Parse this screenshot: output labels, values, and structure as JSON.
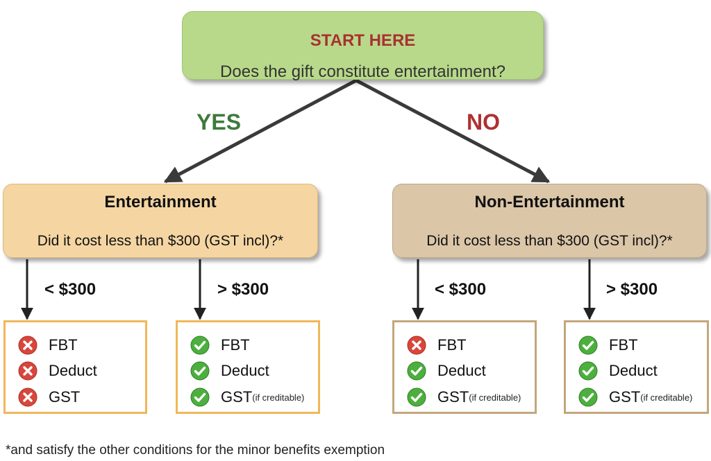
{
  "start": {
    "title": "START HERE",
    "question": "Does the gift constitute entertainment?"
  },
  "branches": {
    "yes": "YES",
    "no": "NO"
  },
  "categories": {
    "entertainment": {
      "title": "Entertainment",
      "question": "Did it cost less than $300 (GST incl)?*",
      "thresholds": {
        "low": "< $300",
        "high": "> $300"
      }
    },
    "non_entertainment": {
      "title": "Non-Entertainment",
      "question": "Did it cost less than $300 (GST incl)?*",
      "thresholds": {
        "low": "< $300",
        "high": "> $300"
      }
    }
  },
  "outcomes": {
    "ent_low": [
      {
        "label": "FBT",
        "status": "cross-icon"
      },
      {
        "label": "Deduct",
        "status": "cross-icon"
      },
      {
        "label": "GST",
        "note": "",
        "status": "cross-icon"
      }
    ],
    "ent_high": [
      {
        "label": "FBT",
        "status": "check-icon"
      },
      {
        "label": "Deduct",
        "status": "check-icon"
      },
      {
        "label": "GST",
        "note": "(if creditable)",
        "status": "check-icon"
      }
    ],
    "non_low": [
      {
        "label": "FBT",
        "status": "cross-icon"
      },
      {
        "label": "Deduct",
        "status": "check-icon"
      },
      {
        "label": "GST",
        "note": "(if creditable)",
        "status": "check-icon"
      }
    ],
    "non_high": [
      {
        "label": "FBT",
        "status": "check-icon"
      },
      {
        "label": "Deduct",
        "status": "check-icon"
      },
      {
        "label": "GST",
        "note": "(if creditable)",
        "status": "check-icon"
      }
    ]
  },
  "footnote": "*and satisfy the other conditions for the minor benefits exemption",
  "colors": {
    "start_fill": "#b8d98a",
    "entertainment_fill": "#f5d6a2",
    "non_entertainment_fill": "#dbc6a8",
    "yes": "#3d7a3d",
    "no": "#b03030",
    "cross": "#d9463b",
    "check": "#4caf3e"
  }
}
